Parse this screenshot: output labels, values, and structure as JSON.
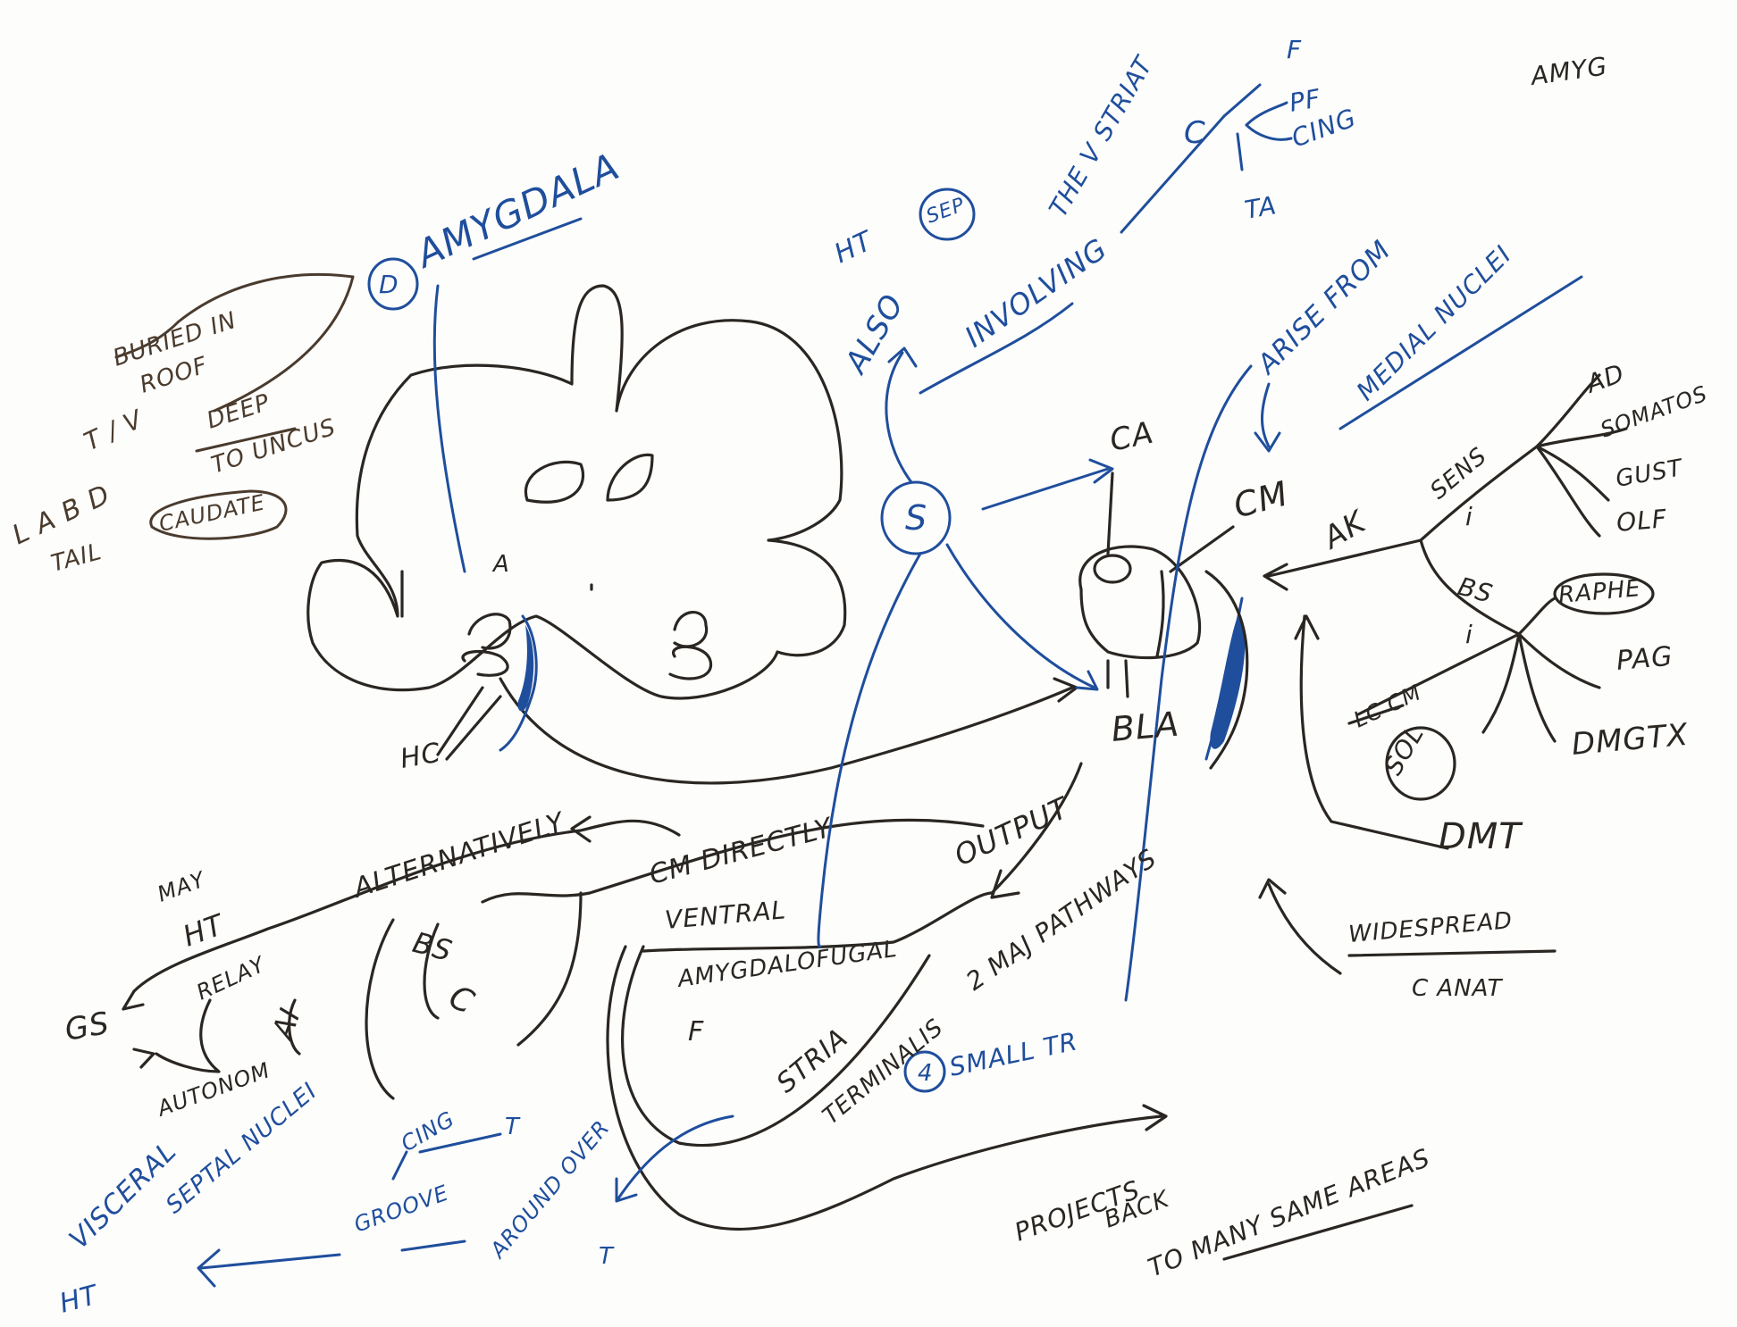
{
  "labels": {
    "amyg_corner": "AMYG",
    "amygdala_title": "AMYGDALA",
    "amygdala_number": "D",
    "buried": "BURIED IN",
    "roof": "ROOF",
    "deep": "DEEP",
    "to_uncus": "TO UNCUS",
    "t_v": "T / V",
    "lateral": "L A B D",
    "tail": "TAIL",
    "caudate": "CAUDATE",
    "a": "A",
    "hc": "HC",
    "ht": "HT",
    "sep": "SEP",
    "also": "ALSO",
    "involving": "INVOLVING",
    "the_v_striat": "THE V STRIAT",
    "c_loop": "C",
    "f": "F",
    "pf": "PF",
    "cing": "CING",
    "ta": "TA",
    "s_circle": "S",
    "ca": "CA",
    "arise_from": "ARISE FROM",
    "medial_nuclei": "MEDIAL NUCLEI",
    "cm": "CM",
    "ak": "AK",
    "sens": "SENS",
    "i1": "i",
    "ad": "AD",
    "somatos": "SOMATOS",
    "gust": "GUST",
    "olf": "OLF",
    "bs": "BS",
    "i2": "i",
    "raphe": "RAPHE",
    "pag": "PAG",
    "lc_cm": "LC CM",
    "sol": "SOL",
    "dmgtx": "DMGTX",
    "bla": "BLA",
    "dmt": "DMT",
    "widespread": "WIDESPREAD",
    "c_anat": "C ANAT",
    "output": "OUTPUT",
    "cm_directly": "CM DIRECTLY",
    "alternatively": "ALTERNATIVELY",
    "may": "MAY",
    "ht2": "HT",
    "relay": "RELAY",
    "bs2": "BS",
    "c2": "C",
    "ventral": "VENTRAL",
    "amygdalofugal": "AMYGDALOFUGAL",
    "f2": "F",
    "two_major_pathways": "2 MAJ PATHWAYS",
    "gs": "GS",
    "ai": "AI",
    "autonom": "AUTONOM",
    "stria": "STRIA",
    "terminalis": "TERMINALIS",
    "small_tr": "SMALL TR",
    "four": "4",
    "visceral": "VISCERAL",
    "septal_nuclei": "SEPTAL NUCLEI",
    "ht3": "HT",
    "cing2": "CING",
    "groove": "GROOVE",
    "t2": "T",
    "around_over": "AROUND OVER",
    "t3": "T",
    "projects": "PROJECTS",
    "back": "BACK",
    "to_many_same_areas": "TO MANY SAME AREAS"
  },
  "colors": {
    "black_ink": "#2a2622",
    "brown_ink": "#4a3b2d",
    "blue_ink": "#1f4e9c",
    "paper": "#fdfdfc"
  }
}
